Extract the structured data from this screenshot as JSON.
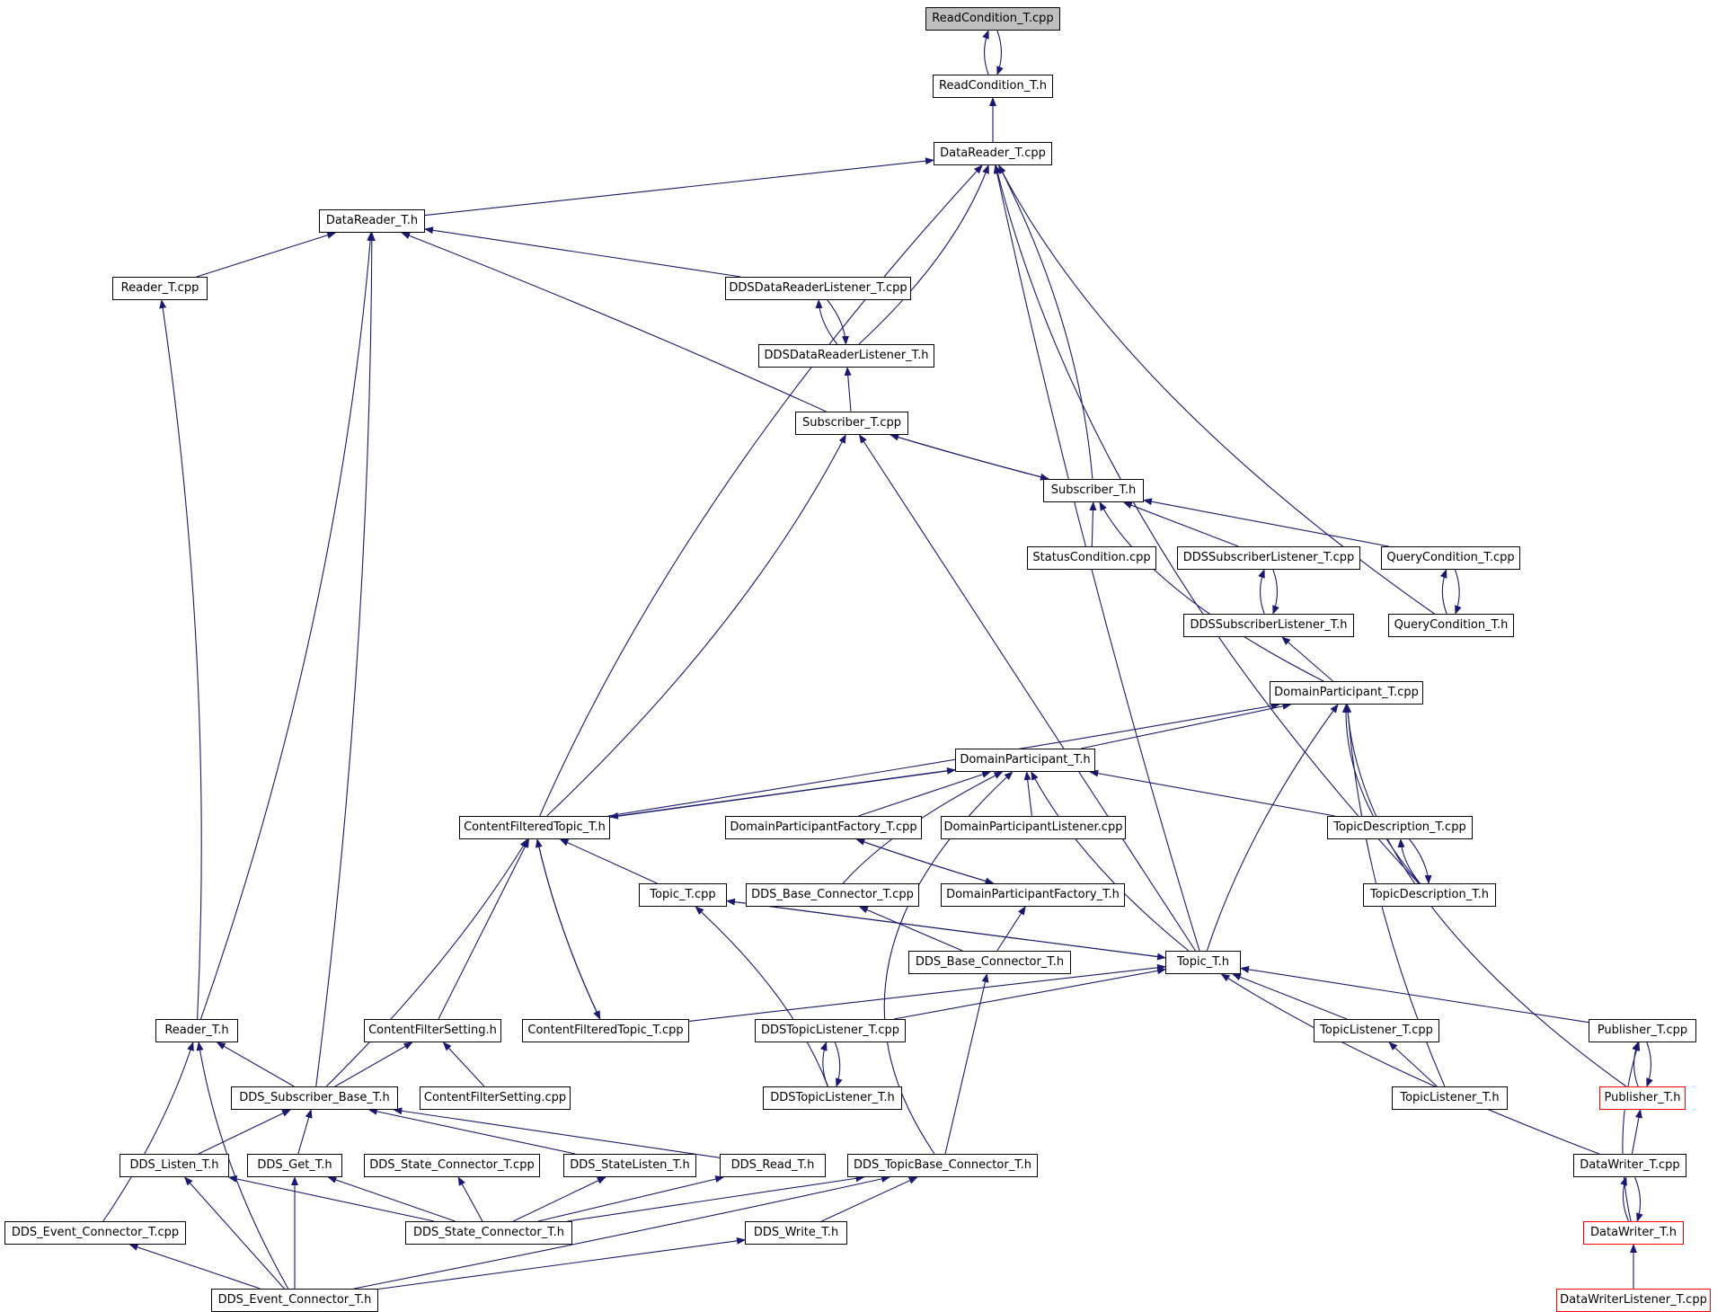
{
  "colors": {
    "edge": "#191970",
    "root_fill": "#bfbfbf",
    "node_border": "#000000",
    "highlight_border": "#ff0000"
  },
  "nodes": {
    "n1": "ReadCondition_T.cpp",
    "n2": "ReadCondition_T.h",
    "n3": "DataReader_T.cpp",
    "n4": "DataReader_T.h",
    "n5": "Reader_T.cpp",
    "n6": "DDSDataReaderListener_T.cpp",
    "n7": "DDSDataReaderListener_T.h",
    "n8": "Subscriber_T.cpp",
    "n9": "Subscriber_T.h",
    "n10": "StatusCondition.cpp",
    "n11": "DDSSubscriberListener_T.cpp",
    "n12": "QueryCondition_T.cpp",
    "n13": "DDSSubscriberListener_T.h",
    "n14": "QueryCondition_T.h",
    "n15": "DomainParticipant_T.cpp",
    "n16": "DomainParticipant_T.h",
    "n17": "ContentFilteredTopic_T.h",
    "n18": "DomainParticipantFactory_T.cpp",
    "n19": "DomainParticipantListener.cpp",
    "n20": "TopicDescription_T.cpp",
    "n21": "Topic_T.cpp",
    "n22": "DDS_Base_Connector_T.cpp",
    "n23": "DomainParticipantFactory_T.h",
    "n24": "TopicDescription_T.h",
    "n25": "DDS_Base_Connector_T.h",
    "n26": "Topic_T.h",
    "n27": "Reader_T.h",
    "n28": "ContentFilterSetting.h",
    "n29": "ContentFilteredTopic_T.cpp",
    "n30": "DDSTopicListener_T.cpp",
    "n31": "TopicListener_T.cpp",
    "n32": "Publisher_T.cpp",
    "n33": "DDS_Subscriber_Base_T.h",
    "n34": "ContentFilterSetting.cpp",
    "n35": "DDSTopicListener_T.h",
    "n36": "TopicListener_T.h",
    "n37": "Publisher_T.h",
    "n38": "DDS_Listen_T.h",
    "n39": "DDS_Get_T.h",
    "n40": "DDS_State_Connector_T.cpp",
    "n41": "DDS_StateListen_T.h",
    "n42": "DDS_Read_T.h",
    "n43": "DDS_TopicBase_Connector_T.h",
    "n44": "DataWriter_T.cpp",
    "n45": "DDS_Event_Connector_T.cpp",
    "n46": "DDS_State_Connector_T.h",
    "n47": "DDS_Write_T.h",
    "n48": "DataWriter_T.h",
    "n49": "DDS_Event_Connector_T.h",
    "n50": "DataWriterListener_T.cpp"
  }
}
